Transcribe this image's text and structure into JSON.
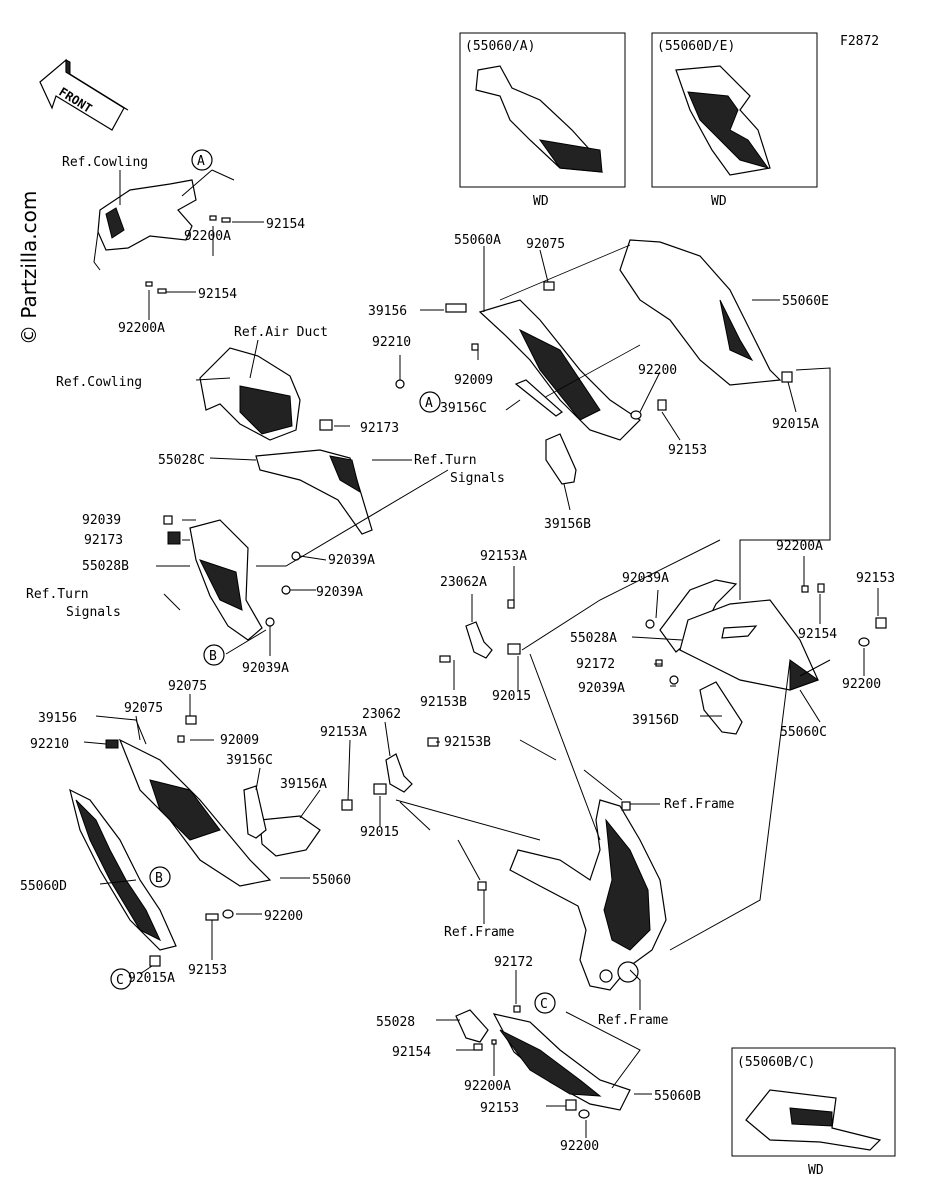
{
  "figure_code": "F2872",
  "watermark": "© Partzilla.com",
  "front_arrow_label": "FRONT",
  "insets": [
    {
      "header": "(55060/A)",
      "footer": "WD"
    },
    {
      "header": "(55060D/E)",
      "footer": "WD"
    },
    {
      "header": "(55060B/C)",
      "footer": "WD"
    }
  ],
  "callouts": [
    "A",
    "A",
    "B",
    "B",
    "C",
    "C"
  ],
  "labels": {
    "ref_cowling_1": "Ref.Cowling",
    "p92154_1": "92154",
    "p92200A_1": "92200A",
    "p92154_2": "92154",
    "p92200A_2": "92200A",
    "p92075_1": "92075",
    "p55060A": "55060A",
    "p55060E": "55060E",
    "p39156_1": "39156",
    "p92210_1": "92210",
    "p92009_1": "92009",
    "p92200_1": "92200",
    "p39156C_1": "39156C",
    "p92153_1": "92153",
    "p92015A_1": "92015A",
    "ref_air_duct": "Ref.Air Duct",
    "ref_cowling_2": "Ref.Cowling",
    "p92173_1": "92173",
    "p55028C": "55028C",
    "ref_turn_1a": "Ref.Turn",
    "ref_turn_1b": "Signals",
    "p39156B": "39156B",
    "p92039_1": "92039",
    "p92173_2": "92173",
    "p55028B": "55028B",
    "p92039A_1": "92039A",
    "p92039A_2": "92039A",
    "ref_turn_2a": "Ref.Turn",
    "ref_turn_2b": "Signals",
    "p92039A_3": "92039A",
    "p92153A_1": "92153A",
    "p23062A": "23062A",
    "p92153B_1": "92153B",
    "p92015_1": "92015",
    "p92039A_4": "92039A",
    "p92200A_3": "92200A",
    "p92153_2": "92153",
    "p92154_3": "92154",
    "p55028A": "55028A",
    "p92172_1": "92172",
    "p92039A_5": "92039A",
    "p92200_2": "92200",
    "p39156D": "39156D",
    "p55060C": "55060C",
    "p92075_2": "92075",
    "p39156_2": "39156",
    "p92075_3": "92075",
    "p92210_2": "92210",
    "p92009_2": "92009",
    "p23062": "23062",
    "p92153A_2": "92153A",
    "p92153B_2": "92153B",
    "p39156C_2": "39156C",
    "p39156A": "39156A",
    "p92015_2": "92015",
    "ref_frame_1": "Ref.Frame",
    "p55060D": "55060D",
    "p55060": "55060",
    "p92200_3": "92200",
    "p92153_3": "92153",
    "ref_frame_2": "Ref.Frame",
    "p92015A_2": "92015A",
    "p92172_2": "92172",
    "p55028": "55028",
    "p92154_4": "92154",
    "ref_frame_3": "Ref.Frame",
    "p92200A_4": "92200A",
    "p92153_4": "92153",
    "p55060B": "55060B",
    "p92200_4": "92200"
  }
}
